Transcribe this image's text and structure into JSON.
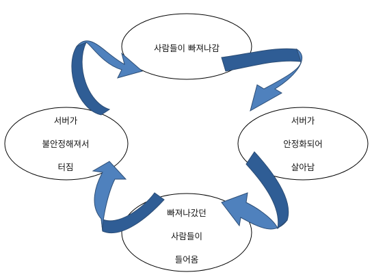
{
  "diagram": {
    "nodes": {
      "top": {
        "lines": [
          "사람들이 빠져나감"
        ]
      },
      "right": {
        "lines": [
          "서버가",
          "안정화되어",
          "살아남"
        ]
      },
      "bottom": {
        "lines": [
          "빠져나갔던",
          "사람들이",
          "들어옴"
        ]
      },
      "left": {
        "lines": [
          "서버가",
          "불안정해져서",
          "터짐"
        ]
      }
    },
    "colors": {
      "arrow_front": "#4f81bd",
      "arrow_back": "#2f5d95",
      "arrow_edge": "#2c4d75",
      "node_border": "#000000",
      "node_fill": "#ffffff"
    }
  }
}
